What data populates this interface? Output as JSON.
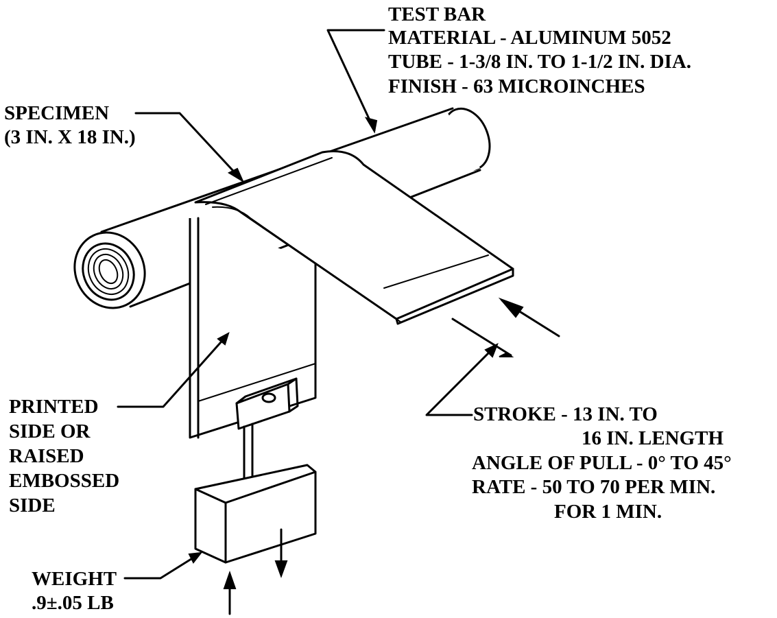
{
  "labels": {
    "test_bar": [
      "TEST BAR",
      "MATERIAL - ALUMINUM 5052",
      "TUBE - 1-3/8 IN. TO 1-1/2 IN. DIA.",
      "FINISH - 63 MICROINCHES"
    ],
    "specimen": [
      "SPECIMEN",
      "(3 IN. X 18 IN.)"
    ],
    "printed_side": [
      "PRINTED",
      "SIDE OR",
      "RAISED",
      "EMBOSSED",
      "SIDE"
    ],
    "stroke": [
      "STROKE - 13 IN. TO",
      "16 IN. LENGTH",
      "ANGLE OF PULL - 0° TO 45°",
      "RATE - 50 TO 70 PER MIN.",
      "FOR 1 MIN."
    ],
    "weight": [
      "WEIGHT",
      ".9±.05 LB"
    ]
  }
}
